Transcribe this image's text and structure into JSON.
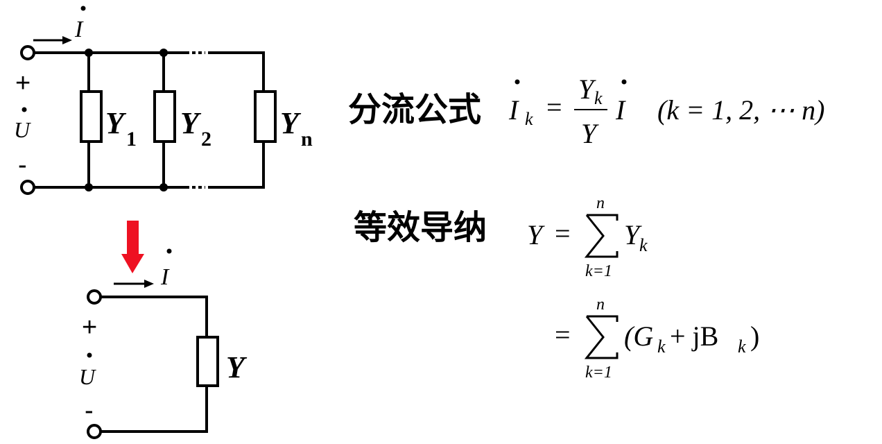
{
  "top_circuit": {
    "current_symbol": "I",
    "voltage_symbol": "U",
    "plus_sign": "+",
    "minus_sign": "-",
    "admittances": [
      {
        "symbol": "Y",
        "subscript": "1"
      },
      {
        "symbol": "Y",
        "subscript": "2"
      },
      {
        "symbol": "Y",
        "subscript": "n"
      }
    ]
  },
  "bottom_circuit": {
    "current_symbol": "I",
    "voltage_symbol": "U",
    "plus_sign": "+",
    "minus_sign": "-",
    "admittance_symbol": "Y"
  },
  "colors": {
    "arrow_red": "#ee1122",
    "ink": "#000000"
  },
  "current_divider": {
    "label": "分流公式",
    "lhs_symbol": "I",
    "lhs_subscript": "k",
    "equals": "=",
    "numerator": "Y",
    "numerator_subscript": "k",
    "denominator": "Y",
    "rhs_symbol": "I",
    "range": "(k = 1, 2, ⋯ n)"
  },
  "equivalent_admittance": {
    "label": "等效导纳",
    "lhs": "Y",
    "equals": "=",
    "sum_upper": "n",
    "sum_lower": "k=1",
    "term": "Y",
    "term_subscript": "k",
    "line2_equals": "=",
    "line2_sum_upper": "n",
    "line2_sum_lower": "k=1",
    "line2_open": "(G",
    "line2_sub1": "k",
    "line2_mid": " + jB",
    "line2_sub2": "k",
    "line2_close": ")"
  }
}
